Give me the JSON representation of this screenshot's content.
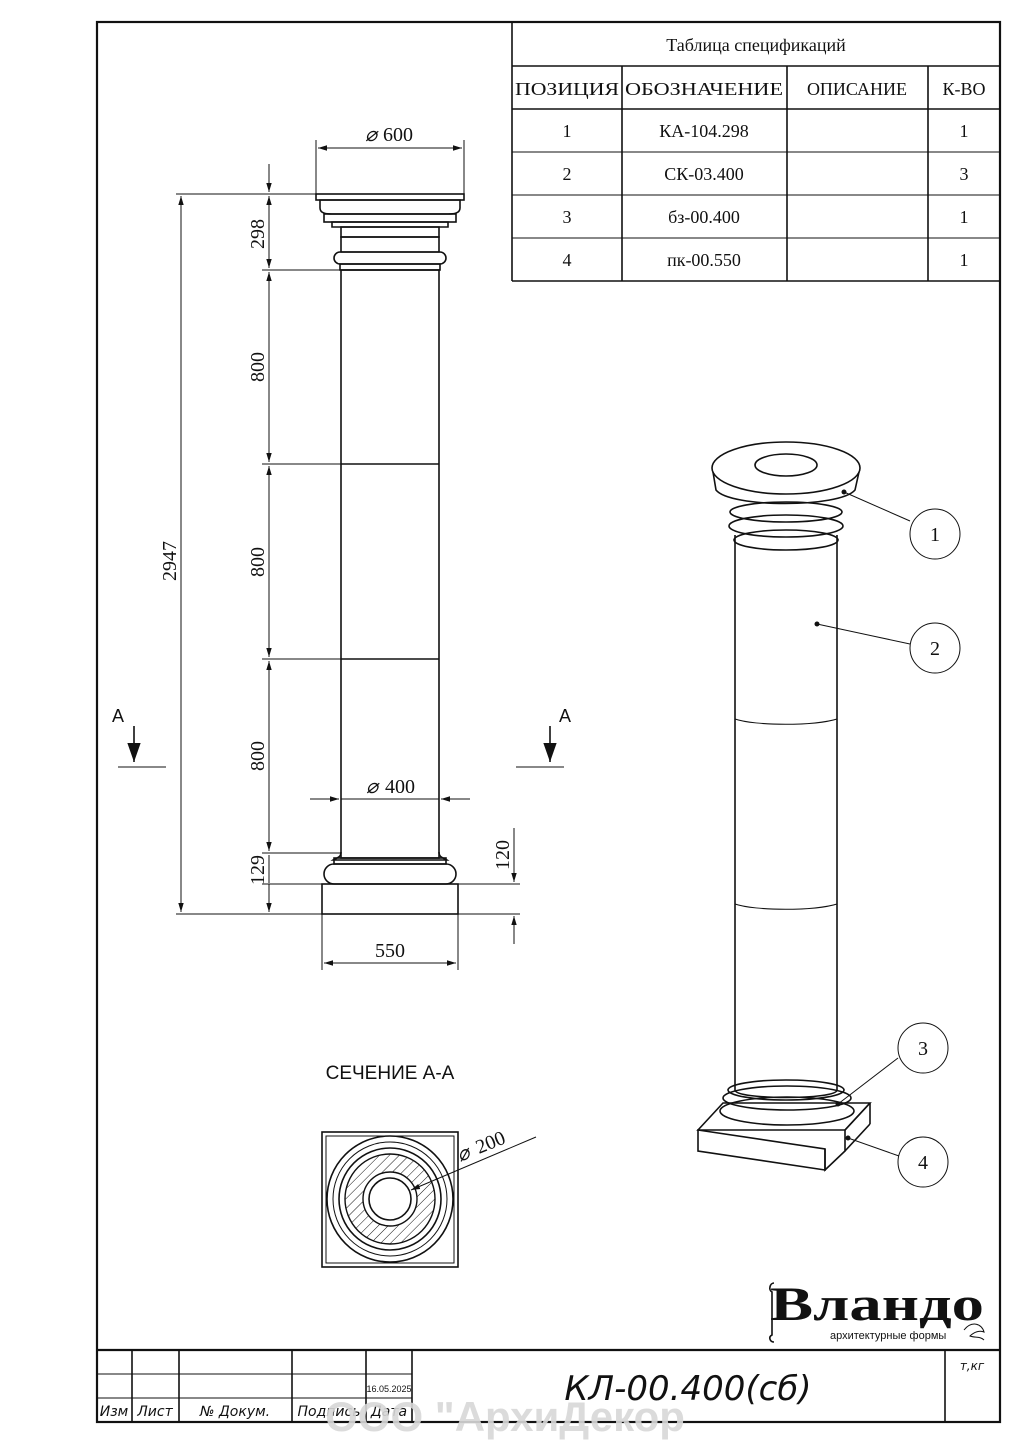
{
  "spec_table": {
    "title": "Таблица спецификаций",
    "headers": [
      "ПОЗИЦИЯ",
      "ОБОЗНАЧЕНИЕ",
      "ОПИСАНИЕ",
      "К-ВО"
    ],
    "rows": [
      {
        "pos": "1",
        "code": "КА-104.298",
        "desc": "",
        "qty": "1"
      },
      {
        "pos": "2",
        "code": "СК-03.400",
        "desc": "",
        "qty": "3"
      },
      {
        "pos": "3",
        "code": "бз-00.400",
        "desc": "",
        "qty": "1"
      },
      {
        "pos": "4",
        "code": "пк-00.550",
        "desc": "",
        "qty": "1"
      }
    ]
  },
  "dimensions": {
    "capital_diameter": "600",
    "shaft_diameter": "400",
    "base_width": "550",
    "capital_height": "298",
    "section_height_1": "800",
    "section_height_2": "800",
    "section_height_3": "800",
    "plinth_height": "129",
    "base_height": "120",
    "total_height": "2947",
    "bore_diameter": "200",
    "diameter_symbol": "⌀"
  },
  "section": {
    "mark_left": "А",
    "mark_right": "А",
    "title": "СЕЧЕНИЕ А-А"
  },
  "callouts": [
    "1",
    "2",
    "3",
    "4"
  ],
  "brand": {
    "name": "Вландо",
    "tagline": "архитектурные формы"
  },
  "title_block": {
    "doc_code": "КЛ-00.400(сб)",
    "date": "16.05.2025",
    "mass_label": "т,кг",
    "col_labels": [
      "Изм",
      "Лист",
      "№ Докум.",
      "Подпись",
      "Дата"
    ],
    "watermark": "ООО \"АрхиДекор"
  },
  "colors": {
    "line": "#111111",
    "background": "#ffffff",
    "watermark": "#d8d8d8"
  }
}
